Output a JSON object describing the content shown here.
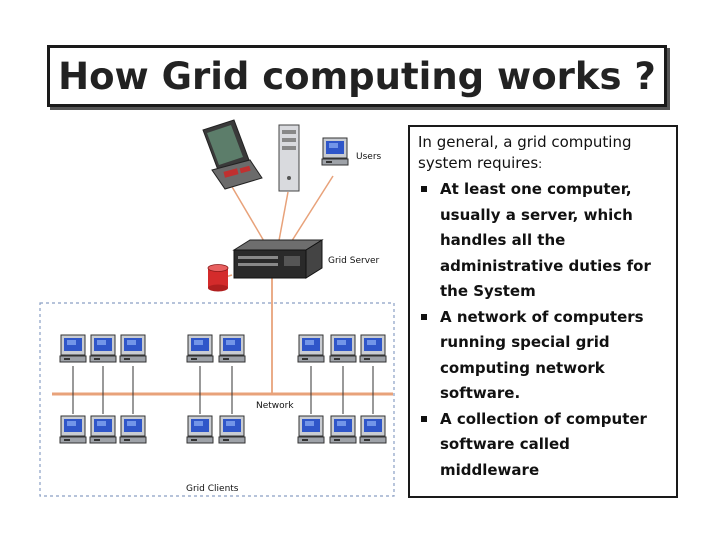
{
  "slide": {
    "title": "How Grid computing works ?"
  },
  "diagram": {
    "users_label": "Users",
    "server_label": "Grid Server",
    "network_label": "Network",
    "clients_label": "Grid Clients"
  },
  "text_box": {
    "intro_main": "In general, a grid computing system requires",
    "intro_colon": ":",
    "requirements": [
      "At least one computer, usually a server, which handles all the administrative duties for the System",
      "A network of computers running special grid computing network software.",
      "A collection of computer software called middleware"
    ]
  },
  "colors": {
    "link_lines": "#e8a27a",
    "network_bus": "#e8a27a",
    "screen_blue": "#2f56c9",
    "cylinder_red": "#d42b2b",
    "cluster_border": "#8a9fc4"
  }
}
